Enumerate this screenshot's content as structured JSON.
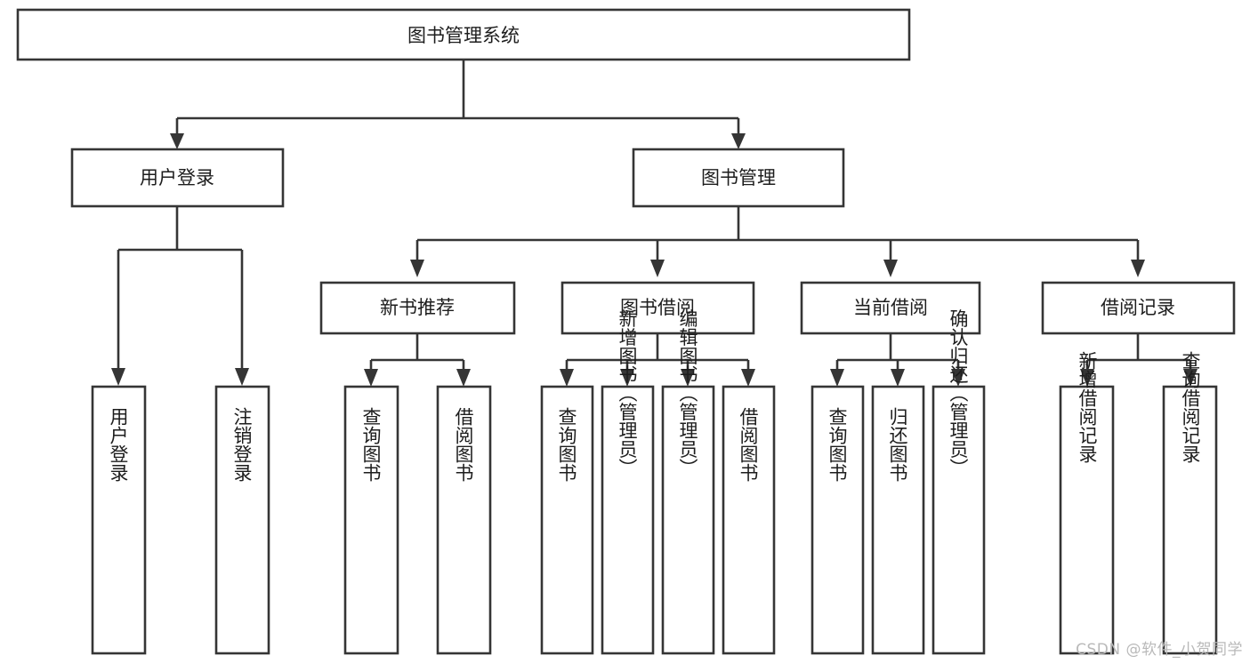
{
  "diagram": {
    "title": "图书管理系统",
    "type": "tree",
    "orientation": "top-down",
    "colors": {
      "box_stroke": "#353535",
      "box_fill": "#ffffff",
      "connector": "#353535",
      "text": "#1d1d1d",
      "background": "#ffffff",
      "watermark": "#b9b9b9"
    },
    "levels": {
      "root": {
        "label": "图书管理系统"
      },
      "level2": [
        {
          "label": "用户登录"
        },
        {
          "label": "图书管理"
        }
      ],
      "level3": [
        {
          "label": "新书推荐"
        },
        {
          "label": "图书借阅"
        },
        {
          "label": "当前借阅"
        },
        {
          "label": "借阅记录"
        }
      ],
      "leaves": [
        {
          "label": "用户登录"
        },
        {
          "label": "注销登录"
        },
        {
          "label": "查询图书"
        },
        {
          "label": "借阅图书"
        },
        {
          "label": "查询图书"
        },
        {
          "label": "新增图书（管理员）"
        },
        {
          "label": "编辑图书（管理员）"
        },
        {
          "label": "借阅图书"
        },
        {
          "label": "查询图书"
        },
        {
          "label": "归还图书"
        },
        {
          "label": "确认归还（管理员）"
        },
        {
          "label": "新增借阅记录"
        },
        {
          "label": "查询借阅记录"
        }
      ]
    }
  },
  "watermark": {
    "text": "CSDN @软件_小贺同学"
  }
}
